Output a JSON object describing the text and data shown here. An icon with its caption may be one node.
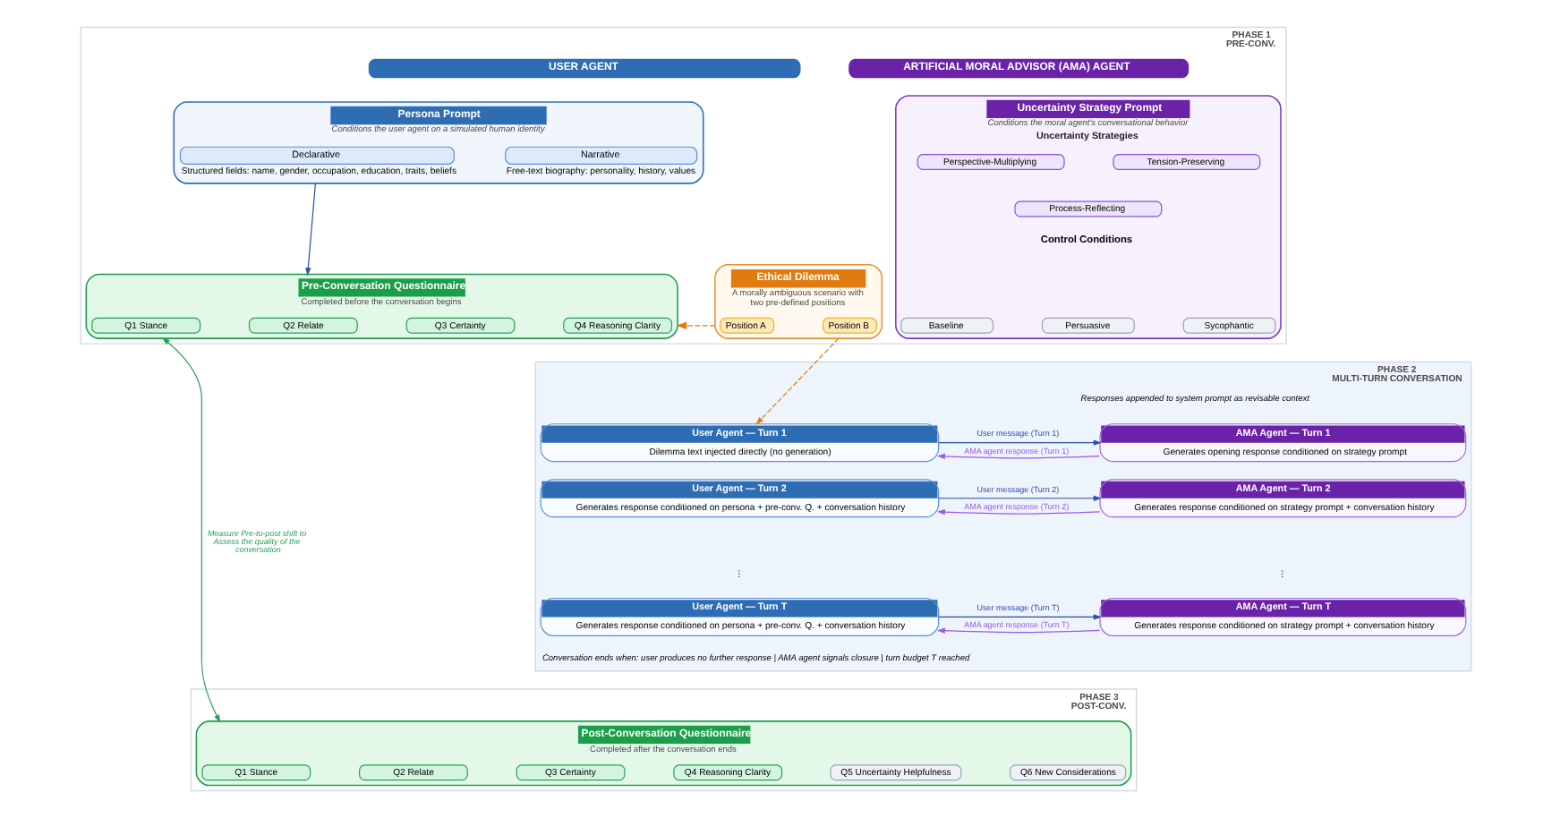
{
  "diagram": {
    "nodes": [
      {
        "text": [
          "PHASE 1",
          "PRE-CONV."
        ]
      },
      {
        "text": [
          "USER AGENT"
        ],
        "in": 0
      },
      {
        "text": [
          "Persona Prompt",
          "Conditions the user agent on a simulated human identity"
        ],
        "in": 0
      },
      {
        "text": [
          "Declarative"
        ],
        "in": 2,
        "beside": [
          "Structured fields: name, gender, occupation, education, traits, beliefs"
        ]
      },
      {
        "text": [
          "Narrative"
        ],
        "in": 2,
        "beside": [
          "Free-text biography: personality, history, values"
        ]
      },
      {
        "text": [
          "Pre-Conversation Questionnaire",
          "Completed before the conversation begins"
        ],
        "in": 0
      },
      {
        "text": [
          "Q1 Stance"
        ],
        "in": 5
      },
      {
        "text": [
          "Q2 Relate"
        ],
        "in": 5
      },
      {
        "text": [
          "Q3 Certainty"
        ],
        "in": 5
      },
      {
        "text": [
          "Q4 Reasoning Clarity"
        ],
        "in": 5
      },
      {
        "text": [
          "Ethical Dilemma",
          "A morally ambiguous scenario with two pre-defined positions"
        ],
        "in": 0
      },
      {
        "text": [
          "Position A"
        ],
        "in": 10
      },
      {
        "text": [
          "Position B"
        ],
        "in": 10
      },
      {
        "text": [
          "ARTIFICIAL MORAL ADVISOR (AMA) AGENT"
        ],
        "in": 0
      },
      {
        "text": [
          "Uncertainty Strategy Prompt",
          "Conditions the moral agent's conversational behavior",
          "Uncertainty Strategies"
        ],
        "in": 0
      },
      {
        "text": [
          "Perspective-Multiplying"
        ],
        "in": 14
      },
      {
        "text": [
          "Tension-Preserving"
        ],
        "in": 14
      },
      {
        "text": [
          "Process-Reflecting"
        ],
        "in": 14
      },
      {
        "text": [
          "Baseline"
        ],
        "in": 14
      },
      {
        "text": [
          "Persuasive"
        ],
        "in": 14
      },
      {
        "text": [
          "Sycophantic"
        ],
        "in": 14
      },
      {
        "text": [
          "PHASE 2",
          "MULTI-TURN CONVERSATION"
        ]
      },
      {
        "text": [
          "User Agent — Turn 1",
          "Dilemma text injected directly (no generation)"
        ],
        "in": 21
      },
      {
        "text": [
          "AMA Agent — Turn 1",
          "Generates opening response conditioned on strategy prompt"
        ],
        "in": 21
      },
      {
        "text": [
          "User Agent — Turn 2",
          "Generates response conditioned on persona + pre-conv. Q. + conversation history"
        ],
        "in": 21
      },
      {
        "text": [
          "AMA Agent — Turn 2",
          "Generates response conditioned on strategy prompt + conversation history"
        ],
        "in": 21
      },
      {
        "text": [
          "User Agent — Turn T",
          "Generates response conditioned on persona + pre-conv. Q. + conversation history"
        ],
        "in": 21
      },
      {
        "text": [
          "AMA Agent — Turn T",
          "Generates response conditioned on strategy prompt + conversation history"
        ],
        "in": 21
      },
      {
        "text": [
          "PHASE 3",
          "POST-CONV."
        ]
      },
      {
        "text": [
          "Post-Conversation Questionnaire",
          "Completed after the conversation ends"
        ],
        "in": 28
      },
      {
        "text": [
          "Q1 Stance"
        ],
        "in": 29
      },
      {
        "text": [
          "Q2 Relate"
        ],
        "in": 29
      },
      {
        "text": [
          "Q3 Certainty"
        ],
        "in": 29
      },
      {
        "text": [
          "Q4 Reasoning Clarity"
        ],
        "in": 29
      },
      {
        "text": [
          "Q5 Uncertainty Helpfulness"
        ],
        "in": 29
      },
      {
        "text": [
          "Q6 New Considerations"
        ],
        "in": 29
      }
    ],
    "edges": [
      {
        "from": 2,
        "to": 5,
        "arrow": "to"
      },
      {
        "from": 10,
        "to": 5,
        "arrow": "to",
        "style": "dashed",
        "color": "#e07b10"
      },
      {
        "from": 10,
        "to": 22,
        "arrow": "to",
        "style": "dashed",
        "color": "#e07b10"
      },
      {
        "from": 22,
        "to": 23,
        "arrow": "to",
        "label": "User message (Turn 1)"
      },
      {
        "from": 23,
        "to": 22,
        "arrow": "to",
        "label": "AMA agent response (Turn 1)",
        "color": "#9b59f0"
      },
      {
        "from": 24,
        "to": 25,
        "arrow": "to",
        "label": "User message (Turn 2)"
      },
      {
        "from": 25,
        "to": 24,
        "arrow": "to",
        "label": "AMA agent response (Turn 2)",
        "color": "#9b59f0"
      },
      {
        "from": 26,
        "to": 27,
        "arrow": "to",
        "label": "User message (Turn T)"
      },
      {
        "from": 27,
        "to": 26,
        "arrow": "to",
        "label": "AMA agent response (Turn T)",
        "color": "#9b59f0"
      },
      {
        "from": 5,
        "to": 29,
        "arrow": "both",
        "label": "Measure Pre-to-post shift to Assess the quality of the conversation",
        "color": "#2aa150"
      }
    ],
    "labels": [
      "Control Conditions",
      "Responses appended to system prompt as revisable context",
      "⋮",
      "⋮",
      "Conversation ends when: user produces no further response | AMA agent signals closure | turn budget T reached"
    ]
  }
}
